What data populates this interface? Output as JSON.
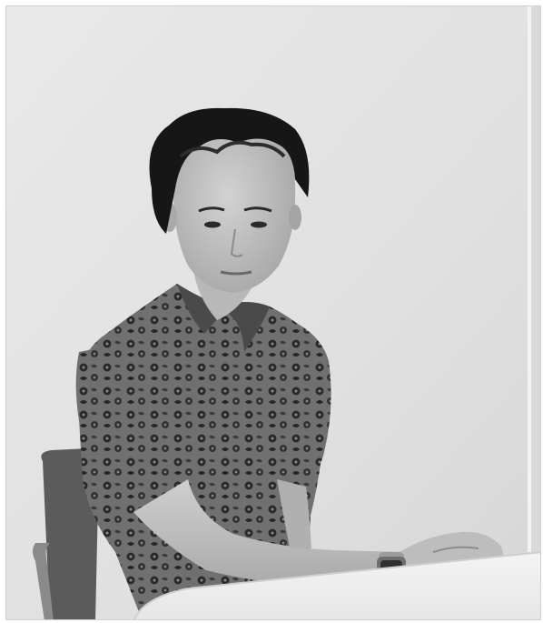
{
  "image": {
    "kind": "photograph",
    "tone": "grayscale",
    "subject": "person",
    "colors": {
      "wall": "#e2e2e2",
      "wall_seam": "#f4f4f4",
      "table": "#f2f2f2",
      "shirt": "#6a6a6a",
      "shirt_pattern": "#2c2c2c",
      "hair": "#151515",
      "skin": "#c8c8c8",
      "chair": "#5a5a5a",
      "watch": "#b8b8b8"
    }
  }
}
